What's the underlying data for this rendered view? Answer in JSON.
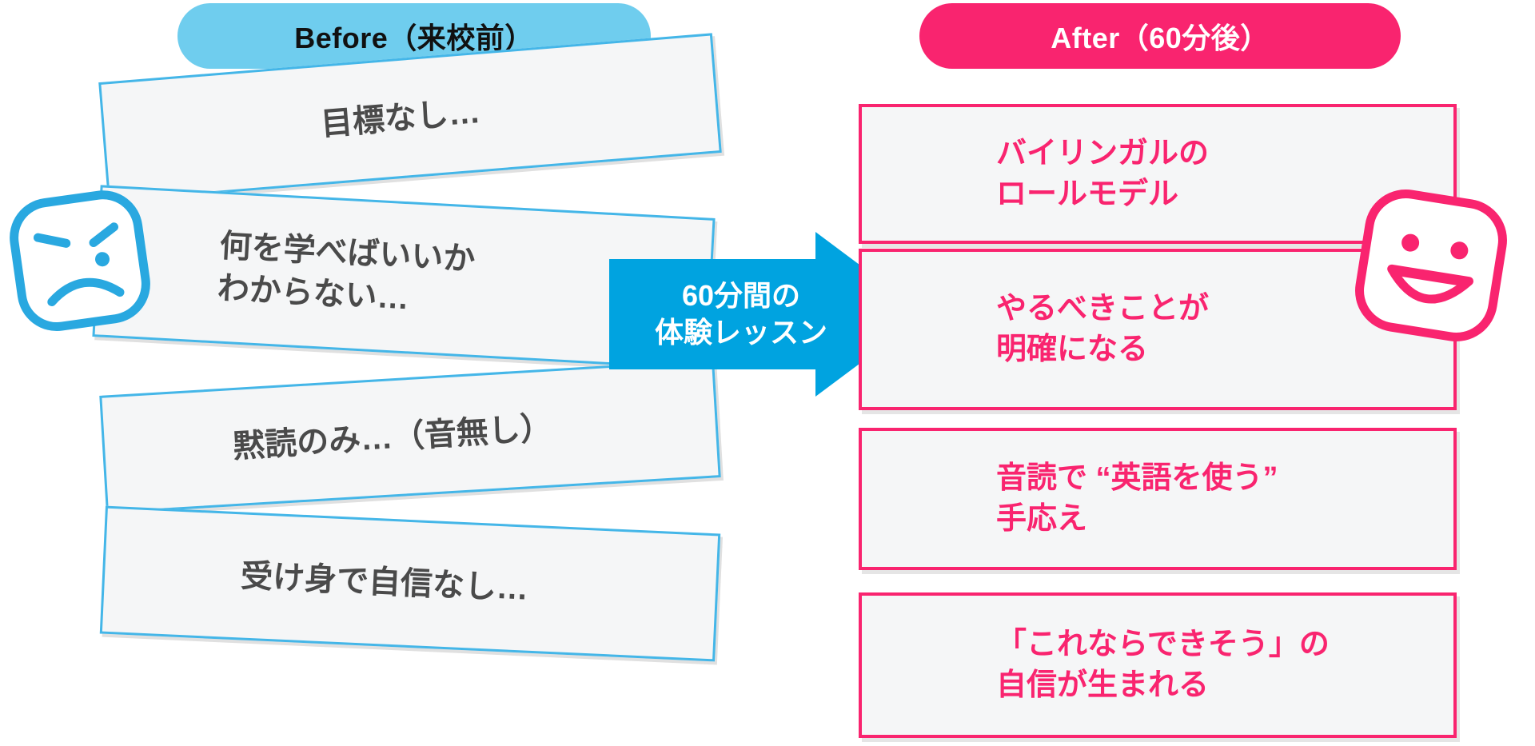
{
  "headers": {
    "before": "Before（来校前）",
    "after": "After（60分後）"
  },
  "colors": {
    "before_accent": "#44b6e8",
    "before_pill": "#6fcdee",
    "after_accent": "#f9246f",
    "arrow": "#00a3e0",
    "card_bg": "#f5f6f7",
    "before_text": "#4a4a4a"
  },
  "before_cards": [
    {
      "text": "目標なし…"
    },
    {
      "text": "何を学べばいいか\nわからない…"
    },
    {
      "text": "黙読のみ…（音無し）"
    },
    {
      "text": "受け身で自信なし…"
    }
  ],
  "arrow": {
    "label": "60分間の\n体験レッスン"
  },
  "after_cards": [
    {
      "text": "バイリンガルの\nロールモデル"
    },
    {
      "text": "やるべきことが\n明確になる"
    },
    {
      "text": "音読で “英語を使う”\n手応え"
    },
    {
      "text": "「これならできそう」の\n自信が生まれる"
    }
  ],
  "faces": {
    "left": "sad-face",
    "right": "happy-face"
  }
}
